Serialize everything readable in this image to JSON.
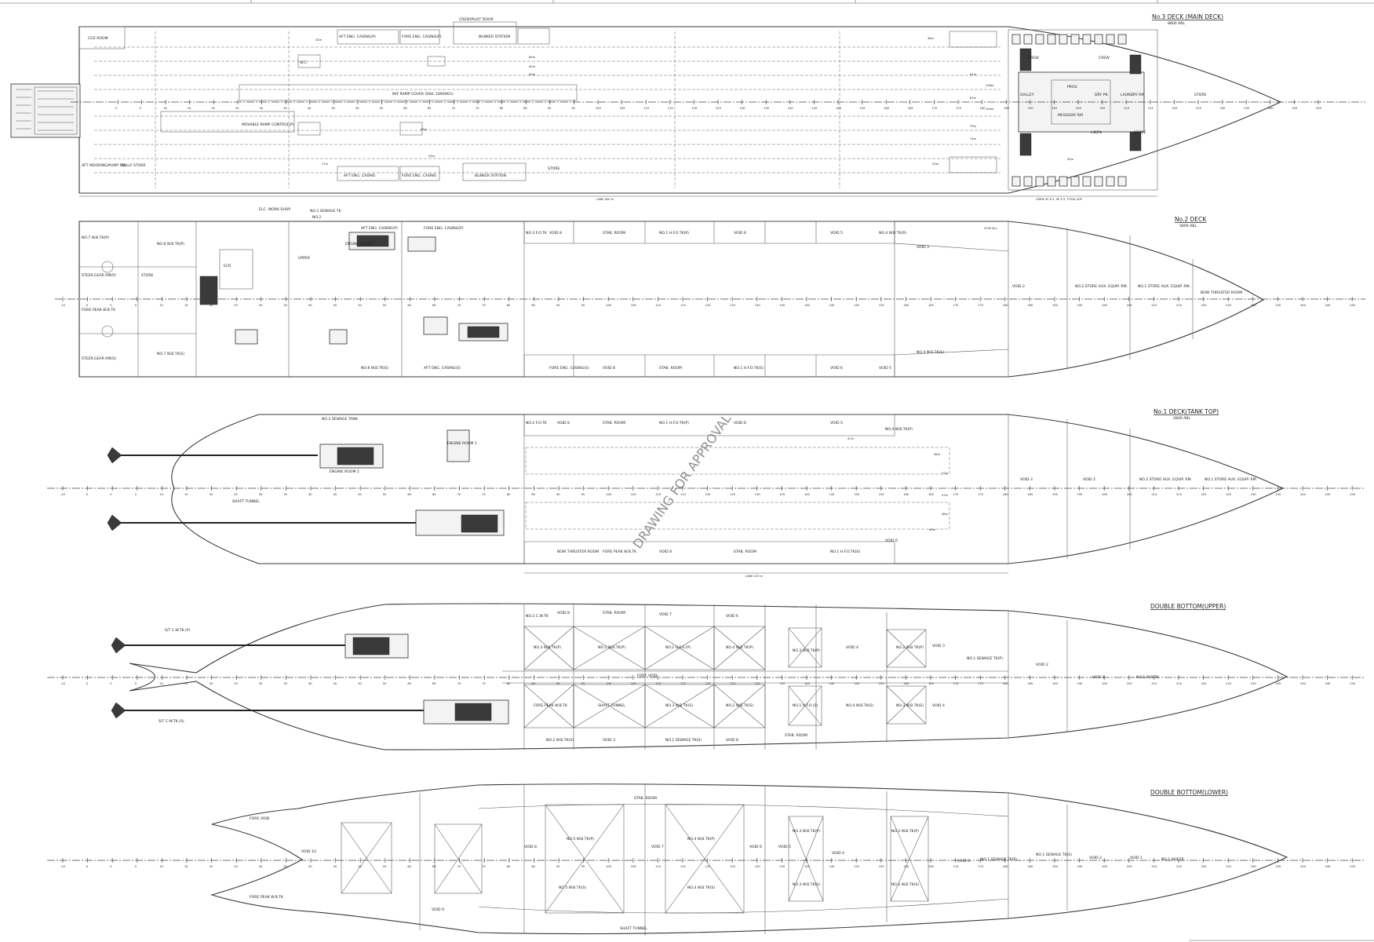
{
  "views": [
    {
      "title": "No.3 DECK (MAIN DECK)",
      "height_note": "8800 ABL",
      "labels": [
        "CO2 ROOM",
        "AFT ENG. CASING(P)",
        "FORE ENG. CASING(P)",
        "CREW/PILOT DOOR",
        "BUNKER STATION",
        "M/F RAMP COVER (SWL 10000KG)",
        "AFT MOORING/PUMP RM",
        "SULLY STORE",
        "MOVABLE RAMP CONTROL(P)",
        "W.C.",
        "AFT ENG. CASING",
        "FORE ENG. CASING",
        "BUNKER STATION",
        "STORE",
        "CREW",
        "CREW",
        "PROV.",
        "GALLEY",
        "LAUNDRY RM",
        "DRY PR.",
        "MESS/DAY RM",
        "LINEN",
        "STORE",
        "STORE"
      ],
      "dims": [
        "25m",
        "62m",
        "62m",
        "62m",
        "45m",
        "27m",
        "53m",
        "36m",
        "62m",
        "67m",
        "106m",
        "104m",
        "79m",
        "74m",
        "53m",
        "32m"
      ],
      "bottom_dims": [
        "LANE 900 m",
        "CREW 2P X 5, 4P X 5, TOTAL 30P"
      ]
    },
    {
      "title": "No.2 DECK",
      "height_note": "5800 ABL",
      "labels": [
        "ELC. WORK SHOP",
        "NO.2 SEWAGE TK",
        "NO.2",
        "NO.7 W.B.TK(P)",
        "NO.8 W.B.TK(P)",
        "STEER.GEAR RM(P)",
        "STORE",
        "ECR",
        "AFT ENG. CASING(P)",
        "FORE ENG. CASING(P)",
        "ENGINE ROOM 2",
        "UPPER",
        "NO.3 F.O.TK",
        "VOID 8",
        "STAB. ROOM",
        "NO.1 H.F.O.TK(P)",
        "VOID 6",
        "VOID 5",
        "NO.4 W.B.TK(P)",
        "VOID 3",
        "VOID 2",
        "NO.2 STORE AUX. EQUIP. RM.",
        "NO.1 STORE AUX. EQUIP. RM.",
        "BOW THRUSTER ROOM",
        "FORE PEAK W.B.TK",
        "STEER.GEAR RM(S)",
        "NO.7 W.B.TK(S)",
        "NO.8 W.B.TK(S)",
        "AFT ENG. CASING(S)",
        "FORE ENG. CASING(S)",
        "VOID 8",
        "STAB. ROOM",
        "NO.1 H.F.O.TK(S)",
        "VOID 6",
        "VOID 5",
        "NO.4 W.B.TK(S)",
        "VOID 3",
        "VOID 2"
      ],
      "dims": [
        "4700 W.L."
      ]
    },
    {
      "title": "No.1 DECK(TANK TOP)",
      "height_note": "2800 ABL",
      "labels": [
        "NO.2 SEWAGE TANK",
        "ENGINE ROOM 2",
        "ENGINE ROOM 1",
        "SHAFT TUNNEL",
        "NO.2 F.O.TK",
        "VOID 8",
        "STAB. ROOM",
        "NO.1 H.F.O.TK(P)",
        "VOID 6",
        "VOID 5",
        "NO.4 W.B.TK(P)",
        "VOID 3",
        "VOID 2",
        "NO.2 STORE AUX. EQUIP. RM.",
        "NO.1 STORE AUX. EQUIP. RM.",
        "BOW THRUSTER ROOM",
        "FORE PEAK W.B.TK",
        "VOID 8",
        "STAB. ROOM",
        "NO.1 H.F.O.TK(S)",
        "VOID 6",
        "VOID 5",
        "VOID 3"
      ],
      "dims": [
        "47m",
        "96m",
        "57m",
        "37m",
        "38m",
        "40m",
        "LANE 223 m"
      ]
    },
    {
      "title": "DOUBLE BOTTOM(UPPER)",
      "height_note": "",
      "labels": [
        "S/T C.W.TK.(P)",
        "S/T C.W.TK.(S)",
        "NO.2 C.W.TK",
        "VOID 8",
        "STAB. ROOM",
        "VOID 7",
        "VOID 6",
        "NO.3 W.B.TK(P)",
        "NO.2 W.B.TK(P)",
        "NO.1 H.F.O.(P)",
        "NO.4 W.B.TK(P)",
        "NO.3 W.B.TK(P)",
        "VOID 4",
        "NO.2 W.B.TK(P)",
        "VOID 3",
        "NO.1 SEWAGE TK(P)",
        "VOID 2",
        "VOID 1",
        "NO.1 W.B.TK",
        "FORE VOID",
        "FORE PEAK W.B.TK",
        "SHAFT TUNNEL",
        "NO.3 W.B.TK(S)",
        "NO.2 W.B.TK(S)",
        "NO.1 H.F.O.(S)",
        "NO.4 W.B.TK(S)",
        "NO.3 W.B.TK(S)",
        "VOID 4",
        "NO.2 W.B.TK(S)",
        "VOID 3",
        "NO.1 SEWAGE TK(S)",
        "VOID 8",
        "STAB. ROOM",
        "VOID 7",
        "VOID 6",
        "VOID 5"
      ]
    },
    {
      "title": "DOUBLE BOTTOM(LOWER)",
      "height_note": "",
      "labels": [
        "VOID 10",
        "VOID 9",
        "STAB. ROOM",
        "VOID 8",
        "NO.5 W.B.TK(P)",
        "NO.5 W.B.TK(S)",
        "VOID 7",
        "NO.4 W.B.TK(P)",
        "NO.4 W.B.TK(S)",
        "VOID 6",
        "VOID 5",
        "NO.3 W.B.TK(P)",
        "NO.3 W.B.TK(S)",
        "VOID 4",
        "NO.2 W.B.TK(P)",
        "NO.2 W.B.TK(S)",
        "VOID 3",
        "NO.1 SEWAGE TK(P)",
        "NO.1 SEWAGE TK(S)",
        "VOID 2",
        "VOID 1",
        "NO.1 W.B.TK",
        "FORE VOID",
        "FORE PEAK W.B.TK",
        "SHAFT TUNNEL",
        "SHAFT TUNNEL",
        "STAB. ROOM"
      ]
    }
  ],
  "frame_marks": [
    "-10",
    "-5",
    "0",
    "5",
    "10",
    "15",
    "20",
    "25",
    "30",
    "35",
    "40",
    "45",
    "50",
    "55",
    "60",
    "65",
    "70",
    "75",
    "80",
    "85",
    "90",
    "95",
    "100",
    "105",
    "110",
    "115",
    "120",
    "125",
    "130",
    "135",
    "140",
    "145",
    "150",
    "155",
    "160",
    "165",
    "170",
    "175",
    "180",
    "185",
    "190",
    "195",
    "200",
    "205",
    "210",
    "215",
    "220",
    "225",
    "230",
    "235",
    "240",
    "245",
    "250"
  ],
  "watermark": "DRAWING FOR APPROVAL"
}
